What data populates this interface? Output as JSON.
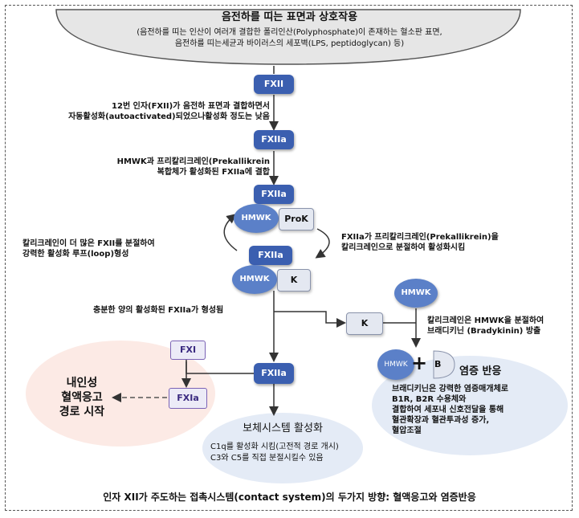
{
  "surface": {
    "title": "음전하를 띠는 표면과 상호작용",
    "line1": "(음전하를 띠는 인산이 여러개 결합한 폴리인산(Polyphosphate)이 존재하는 혈소판 표면,",
    "line2": "음전하를 띠는세균과 바이러스의 세포벽(LPS, peptidoglycan) 등)"
  },
  "nodes": {
    "fxii": "FXII",
    "fxiia_1": "FXIIa",
    "fxiia_2": "FXIIa",
    "fxiia_3": "FXIIa",
    "fxiia_4": "FXIIa",
    "hmwk_1": "HMWK",
    "hmwk_2": "HMWK",
    "hmwk_3": "HMWK",
    "hmwk_4": "HMWK",
    "prok": "ProK",
    "k_1": "K",
    "k_2": "K",
    "b": "B",
    "plus": "+",
    "fxi": "FXI",
    "fxia": "FXIa"
  },
  "notes": {
    "step1_a": "12번 인자(FXII)가 음전하 표면과 결합하면서",
    "step1_b": "자동활성화(autoactivated)되었으나활성화 정도는 낮음",
    "step2_a": "HMWK과 프리칼리크레인(Prekallikrein",
    "step2_b": "복합체가 활성화된 FXIIa에 결합",
    "loop_left_a": "칼리크레인이 더 많은 FXII를 분절하여",
    "loop_left_b": "강력한 활성화 루프(loop)형성",
    "loop_right_a": "FXIIa가 프리칼리크레인(Prekallikrein)을",
    "loop_right_b": "칼리크레인으로 분절하여 활성화시킴",
    "enough": "충분한 양의 활성화된 FXIIa가 형성됨",
    "kal_a": "칼리크레인은 HMWK을 분절하여",
    "kal_b": "브래디키닌 (Bradykinin) 방출"
  },
  "intrinsic": {
    "l1": "내인성",
    "l2": "혈액응고",
    "l3": "경로 시작"
  },
  "complement": {
    "title": "보체시스템 활성화",
    "l1": "C1q를 활성화 시킴(고전적 경로 개시)",
    "l2": "C3와 C5를 직접 분절시킬수 있음"
  },
  "inflammation": {
    "title": "염증 반응",
    "l1": "브래디키닌은 강력한 염증매개체로",
    "l2": "B1R,  B2R 수용체와",
    "l3": "결합하여 세포내 신호전달을 통해",
    "l4": "혈관확장과 혈관투과성 증가,",
    "l5": "혈압조절"
  },
  "caption": "인자 XII가 주도하는 접촉시스템(contact system)의 두가지 방향: 혈액응고와 염증반응",
  "colors": {
    "factor_blue": "#3b5fb0",
    "hmwk_blue": "#5b80c8",
    "fxi_border": "#7b63b5"
  }
}
